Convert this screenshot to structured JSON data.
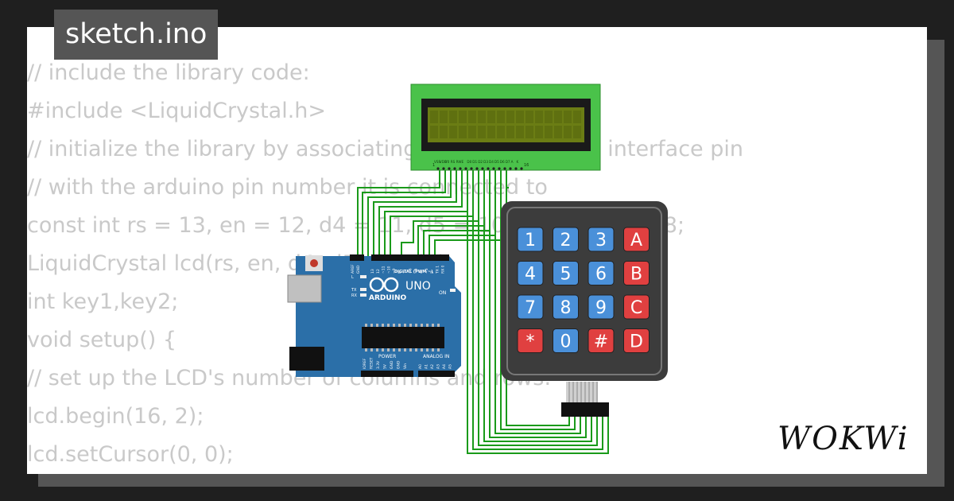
{
  "file_tab": {
    "label": "sketch.ino"
  },
  "code_lines": [
    "// include the library code:",
    "#include <LiquidCrystal.h>",
    "// initialize the library by associating any needed LCD interface pin",
    "// with the arduino pin number it is connected to",
    "const int rs = 13, en = 12, d4 = 11, d5 = 10, d6 = 9, d7 = 8;",
    "LiquidCrystal lcd(rs, en, d4, d5, d6, d7);",
    "int key1,key2;",
    "void setup() {",
    "// set up the LCD's number of columns and rows:",
    "lcd.begin(16, 2);",
    "lcd.setCursor(0, 0);"
  ],
  "logo": {
    "text": "WOKWi"
  },
  "board": {
    "brand": "ARDUINO",
    "model": "UNO",
    "digital_label": "DIGITAL (PWM ~)",
    "power_label": "POWER",
    "analog_label": "ANALOG IN",
    "on_label": "ON",
    "led_labels": [
      "L",
      "TX",
      "RX"
    ],
    "digital_pins": [
      "AREF",
      "GND",
      "13",
      "12",
      "~11",
      "~10",
      "~9",
      "8",
      "7",
      "~6",
      "~5",
      "4",
      "~3",
      "2",
      "TX 1",
      "RX 0"
    ],
    "power_pins": [
      "IOREF",
      "RESET",
      "3.3V",
      "5V",
      "GND",
      "GND",
      "Vin"
    ],
    "analog_pins": [
      "A0",
      "A1",
      "A2",
      "A3",
      "A4",
      "A5"
    ]
  },
  "lcd": {
    "pin_labels": [
      "VSS",
      "VDD",
      "V0",
      "RS",
      "RW",
      "E",
      "D0",
      "D1",
      "D2",
      "D3",
      "D4",
      "D5",
      "D6",
      "D7",
      "A",
      "K"
    ],
    "pin_first": "1",
    "pin_last": "16"
  },
  "keypad": {
    "keys": [
      [
        "1",
        "2",
        "3",
        "A"
      ],
      [
        "4",
        "5",
        "6",
        "B"
      ],
      [
        "7",
        "8",
        "9",
        "C"
      ],
      [
        "*",
        "0",
        "#",
        "D"
      ]
    ],
    "colors": {
      "number_key": "#4a90d9",
      "letter_key": "#e04040",
      "body": "#3c3c3c"
    }
  },
  "colors": {
    "wire": "#1a9a1a",
    "lcd_body": "#4ac24a",
    "lcd_screen": "#6b7d14",
    "board": "#2b6fa8",
    "code_text": "#c9c9c9"
  }
}
